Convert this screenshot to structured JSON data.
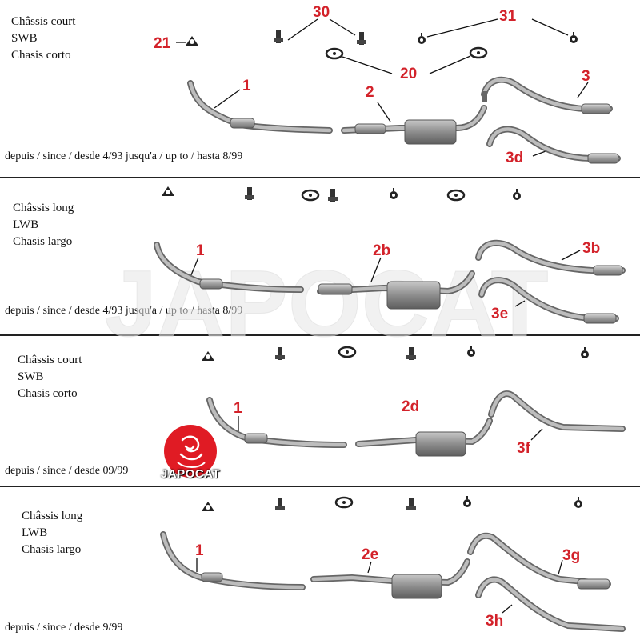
{
  "panels": [
    {
      "chassis": [
        "Châssis court",
        "SWB",
        "Chasis corto"
      ],
      "dates": "depuis / since / desde 4/93 jusqu'a / up to / hasta 8/99",
      "callouts": [
        "30",
        "31",
        "21",
        "20",
        "1",
        "2",
        "3",
        "3d"
      ]
    },
    {
      "chassis": [
        "Châssis long",
        "LWB",
        "Chasis largo"
      ],
      "dates": "depuis / since / desde 4/93 jusqu'a / up to / hasta 8/99",
      "callouts": [
        "1",
        "2b",
        "3b",
        "3e"
      ]
    },
    {
      "chassis": [
        "Châssis court",
        "SWB",
        "Chasis corto"
      ],
      "dates": "depuis / since / desde 09/99",
      "callouts": [
        "1",
        "2d",
        "3f"
      ]
    },
    {
      "chassis": [
        "Châssis long",
        "LWB",
        "Chasis largo"
      ],
      "dates": "depuis / since / desde 9/99",
      "callouts": [
        "1",
        "2e",
        "3g",
        "3h"
      ]
    }
  ],
  "watermark": "JAPOCAT",
  "logo_text": "JAPOCAT",
  "colors": {
    "callout": "#d3222a",
    "pipe": "#9a9a9a",
    "separator": "#222222",
    "logo": "#e01b24"
  }
}
